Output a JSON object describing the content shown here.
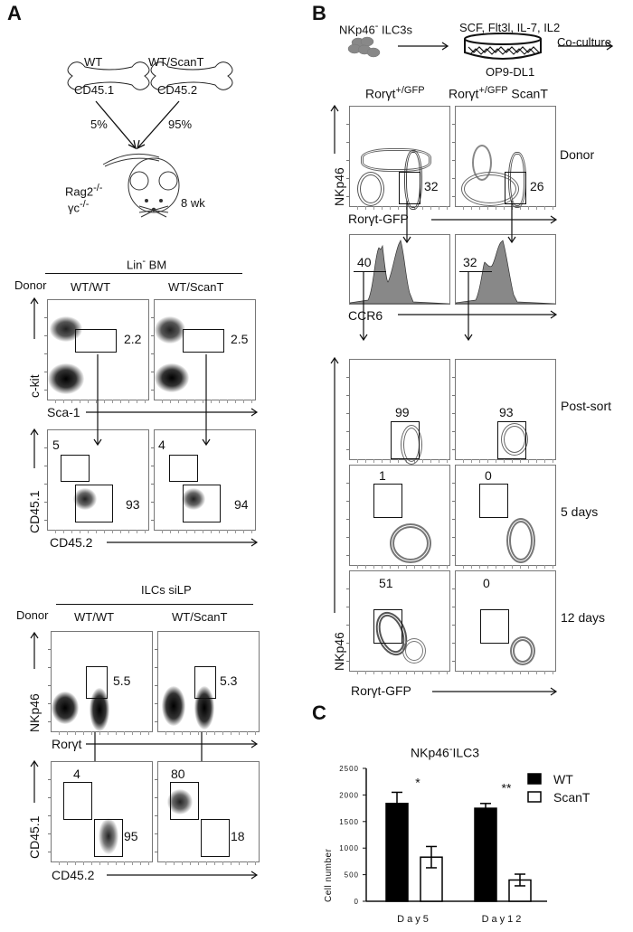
{
  "panel_a": {
    "letter": "A",
    "schema": {
      "bone_left_top": "WT",
      "bone_left_bottom": "CD45.1",
      "bone_right_top": "WT/ScanT",
      "bone_right_bottom": "CD45.2",
      "pct_left": "5%",
      "pct_right": "95%",
      "recipient_line1": "Rag2",
      "recipient_line1_sup": "-/-",
      "recipient_line2": "γc",
      "recipient_line2_sup": "-/-",
      "age": "8 wk"
    },
    "bm": {
      "group_title": "Lin",
      "group_title_sup": "-",
      "group_title_rest": " BM",
      "donor_label": "Donor",
      "col1": "WT/WT",
      "col2": "WT/ScanT",
      "row1_ylabel": "c-kit",
      "row1_xlabel": "Sca-1",
      "row1_values": [
        "2.2",
        "2.5"
      ],
      "row2_ylabel": "CD45.1",
      "row2_xlabel": "CD45.2",
      "row2_upper_values": [
        "5",
        "4"
      ],
      "row2_lower_values": [
        "93",
        "94"
      ]
    },
    "ilc": {
      "group_title": "ILCs siLP",
      "donor_label": "Donor",
      "col1": "WT/WT",
      "col2": "WT/ScanT",
      "row1_ylabel": "NKp46",
      "row1_xlabel": "Rorγt",
      "row1_values": [
        "5.5",
        "5.3"
      ],
      "row2_ylabel": "CD45.1",
      "row2_xlabel": "CD45.2",
      "row2_upper_values": [
        "4",
        "80"
      ],
      "row2_lower_values": [
        "95",
        "18"
      ]
    }
  },
  "panel_b": {
    "letter": "B",
    "schema": {
      "cells_label": "NKp46",
      "cells_label_sup": "-",
      "cells_label_rest": " ILC3s",
      "factors": "SCF, Flt3l, IL-7, IL2",
      "stroma": "OP9-DL1",
      "coculture": "Co-culture"
    },
    "col1": "Rorγt",
    "col1_sup": "+/GFP",
    "col2": "Rorγt",
    "col2_sup": "+/GFP",
    "col2_rest": " ScanT",
    "donor_row": {
      "label": "Donor",
      "ylabel": "NKp46",
      "xlabel": "Rorγt-GFP",
      "values": [
        "32",
        "26"
      ]
    },
    "ccr6_row": {
      "xlabel": "CCR6",
      "values": [
        "40",
        "32"
      ]
    },
    "culture_rows": [
      {
        "label": "Post-sort",
        "values": [
          "99",
          "93"
        ]
      },
      {
        "label": "5 days",
        "values": [
          "1",
          "0"
        ]
      },
      {
        "label": "12 days",
        "values": [
          "51",
          "0"
        ]
      }
    ],
    "culture_ylabel": "NKp46",
    "culture_xlabel": "Rorγt-GFP"
  },
  "panel_c": {
    "letter": "C"
  },
  "chart_data": {
    "type": "bar",
    "title": "NKp46",
    "title_sup": "-",
    "title_rest": "ILC3",
    "ylabel": "Cell number",
    "xlabel": "",
    "ylim": [
      0,
      2500
    ],
    "yticks": [
      0,
      500,
      1000,
      1500,
      2000,
      2500
    ],
    "categories": [
      "Day5",
      "Day12"
    ],
    "series": [
      {
        "name": "WT",
        "fill": "#000000",
        "values": [
          1840,
          1750
        ],
        "errors": [
          210,
          90
        ]
      },
      {
        "name": "ScanT",
        "fill": "#ffffff",
        "values": [
          830,
          400
        ],
        "errors": [
          200,
          110
        ]
      }
    ],
    "significance": [
      "*",
      "**"
    ],
    "legend": "top-right",
    "grid": false
  }
}
